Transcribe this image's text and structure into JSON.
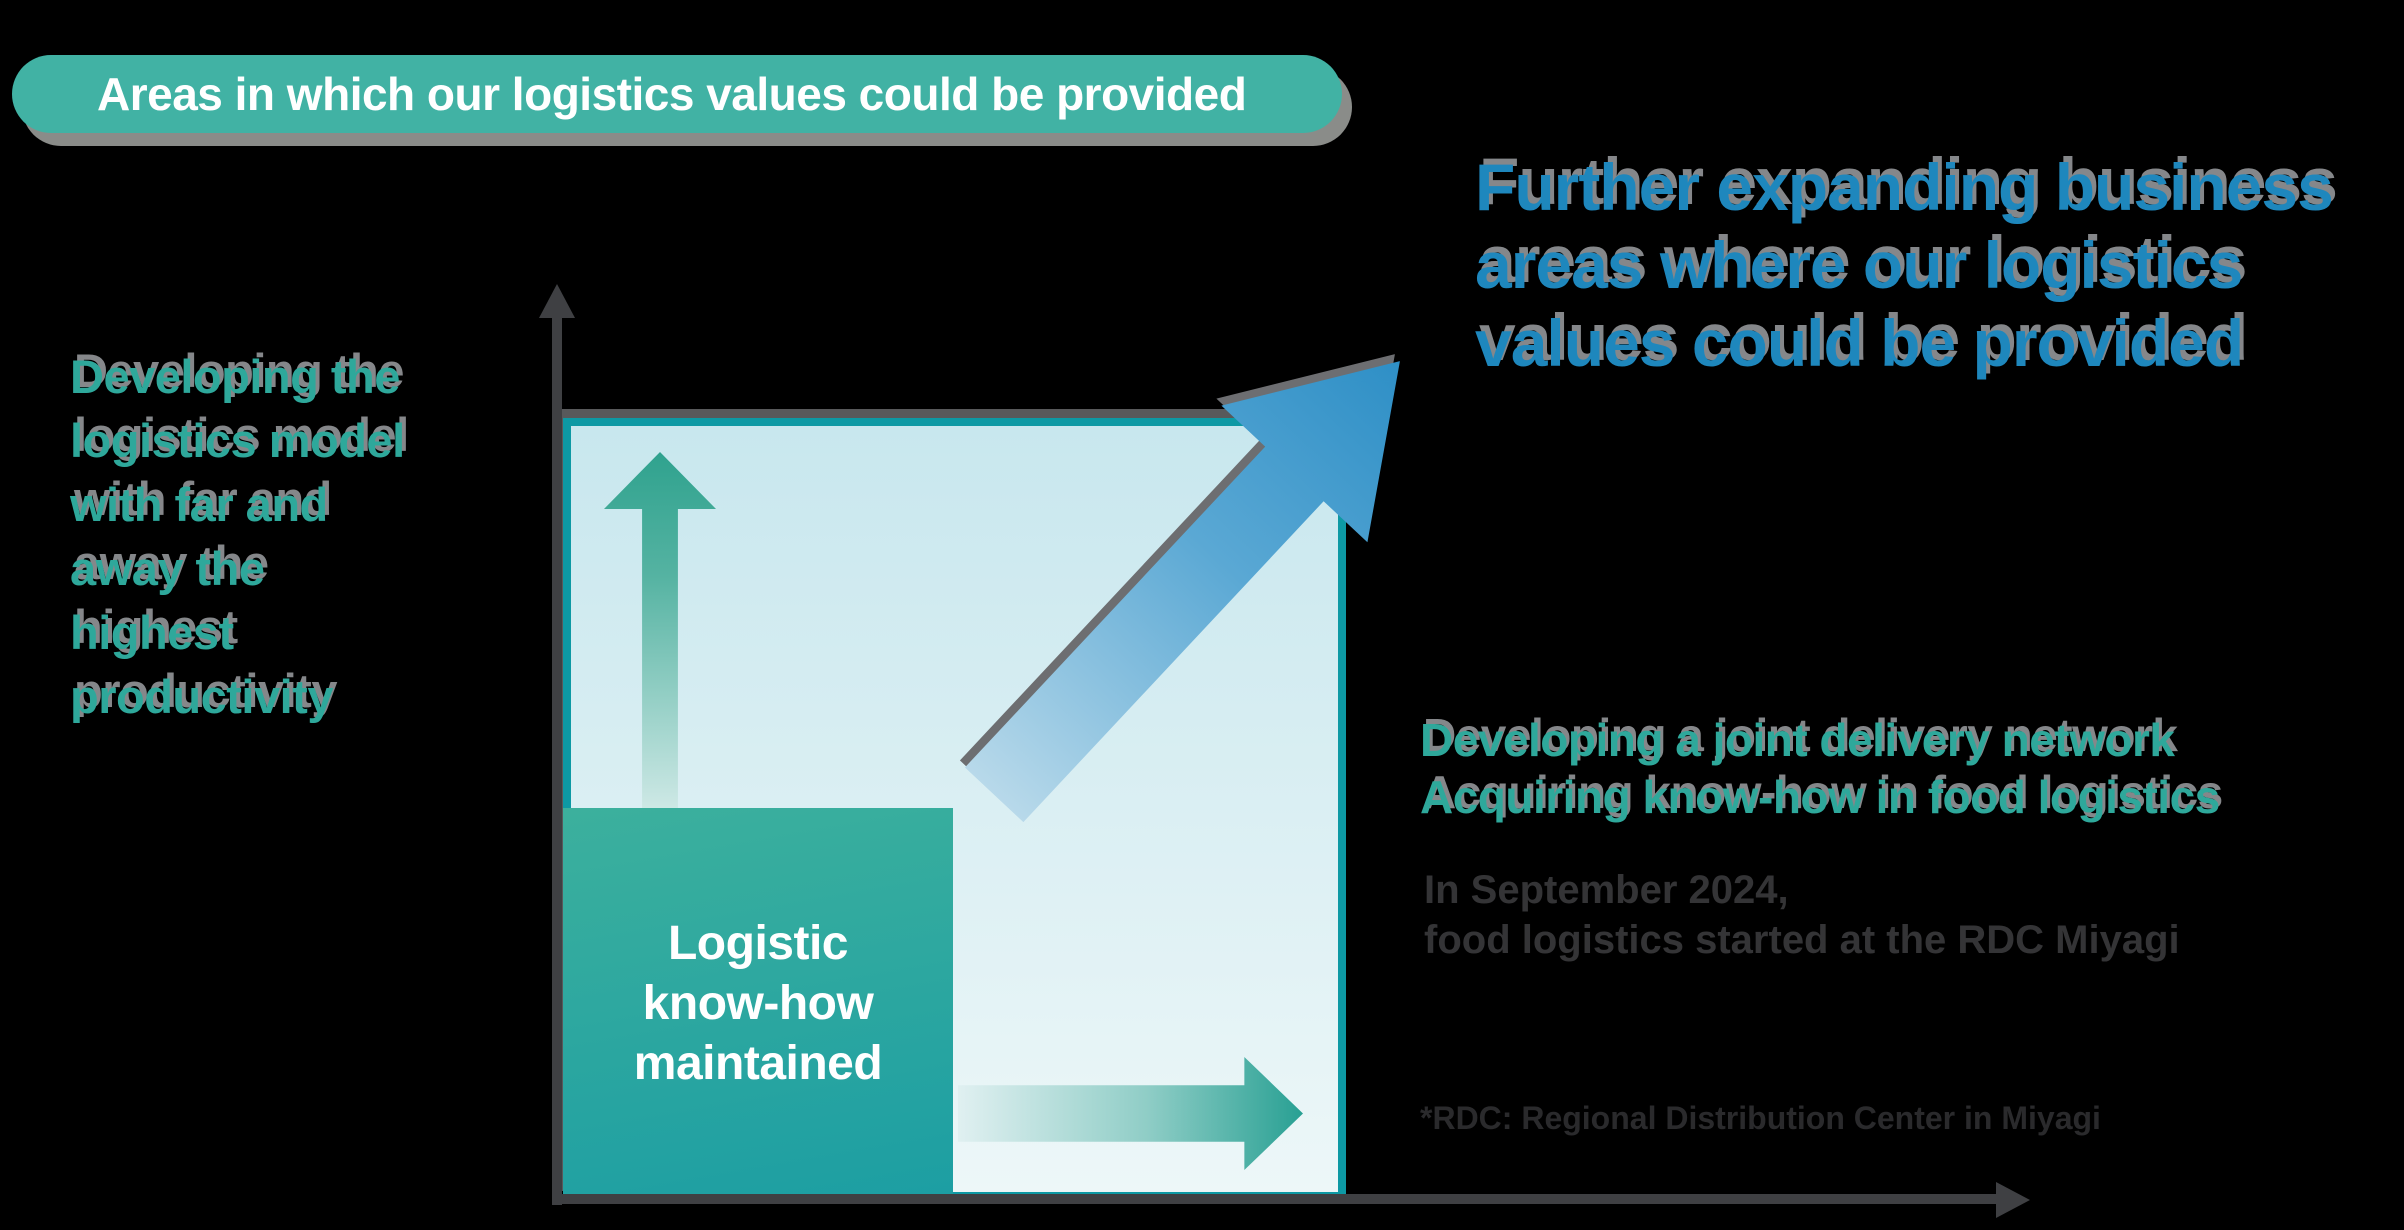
{
  "slide": {
    "background_color": "#000000",
    "banner": {
      "label": "Areas in which our logistics values could be provided",
      "bg_color": "#41b2a4",
      "text_color": "#ffffff"
    },
    "left_note": {
      "color": "#2ea89b",
      "lines": [
        "Developing the",
        "logistics model",
        "with far and",
        "away the",
        "highest",
        "productivity"
      ]
    },
    "headline": {
      "color": "#1e87bd",
      "lines": [
        "Further expanding business",
        "areas where our logistics",
        "values could be provided"
      ]
    },
    "right_notes": {
      "teal_color": "#2ea89b",
      "teal_lines": [
        "Developing a joint delivery network",
        "Acquiring know-how in food logistics"
      ],
      "gray_color": "#343436",
      "gray_lines": [
        "In September 2024,",
        "food logistics started at the RDC Miyagi"
      ],
      "footnote": "*RDC: Regional Distribution Center in Miyagi",
      "footnote_color": "#2a2a2c"
    },
    "diagram": {
      "axis_color": "#3f4043",
      "outer_box": {
        "border_color": "#0d99a4",
        "fill_top": "#c8e7ee",
        "fill_bottom": "#edf7f8"
      },
      "inner_box": {
        "fill_top": "#3cb09d",
        "fill_bottom": "#1c9ea3",
        "label_color": "#ffffff",
        "label_lines": [
          "Logistic",
          "know-how",
          "maintained"
        ]
      },
      "up_arrow_color": "#2fa28e",
      "right_arrow_color": "#28a093",
      "diagonal_arrow_color": "#2e8fc6"
    }
  }
}
